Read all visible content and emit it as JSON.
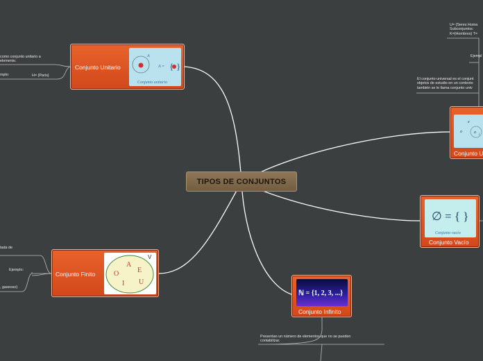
{
  "central_topic": "TIPOS DE CONJUNTOS",
  "nodes": {
    "unitario": {
      "label": "Conjunto Unitario",
      "image_caption": "Conjunto unitario",
      "image_letter": "A",
      "image_formula": "A ="
    },
    "universal": {
      "label": "Conjunto Unive",
      "image_letters": [
        "e",
        "o",
        "a",
        "i"
      ]
    },
    "vacio": {
      "label": "Conjunto Vacío",
      "image_formula": "∅ = { }",
      "image_caption": "Conjunto vacío"
    },
    "finito": {
      "label": "Conjunto Finito",
      "image_letters": [
        "A",
        "E",
        "O",
        "I",
        "U"
      ],
      "image_corner": "V"
    },
    "infinito": {
      "label": "Conjunto Infinito",
      "image_formula": "ℕ = {1, 2, 3, ...}"
    }
  },
  "notes": {
    "unitario_def": "como conjunto unitario a\nelemento.",
    "unitario_ejemplo_label": "mplo:",
    "unitario_ejemplo": "H= {París}",
    "universal_top": "U= {Seres Huma\nSubconjuntos:\nK={Hombres} T=",
    "universal_ejemplo": "Ejempl",
    "universal_def": "El conjunto universal es el conjunt\nobjetos de estudio en un contexto\ntambién se le llama conjunto univ",
    "finito_def": "tada de",
    "finito_ejemplo": "Ejemplo:",
    "finito_gaseosos": ", gaseoso}",
    "infinito_def": "Presentan un número de elementos que no se pueden\ncontabilizar."
  },
  "colors": {
    "background": "#3b3f3f",
    "node_fill": "#e05a26",
    "central_fill": "#7f6849",
    "connector": "#ffffff"
  }
}
